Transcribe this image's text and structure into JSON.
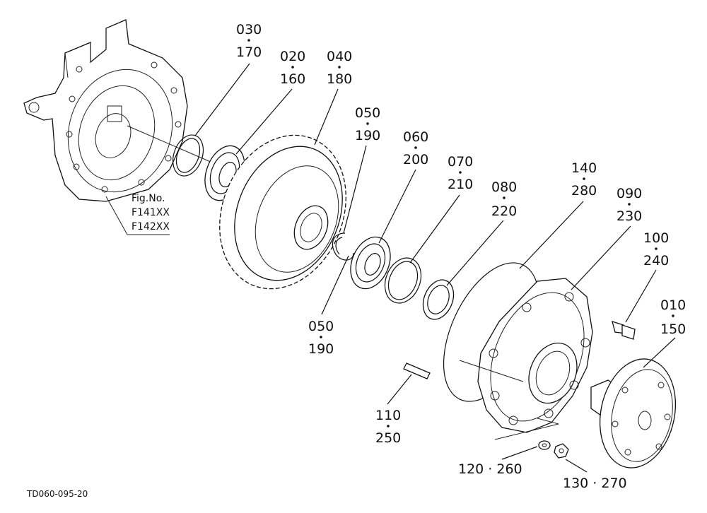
{
  "fig_box": {
    "line1": "Fig.No.",
    "line2": "F141XX",
    "line3": "F142XX"
  },
  "drawing_code": "TD060-095-20",
  "callouts": {
    "c030": {
      "a": "030",
      "b": "170"
    },
    "c020": {
      "a": "020",
      "b": "160"
    },
    "c040": {
      "a": "040",
      "b": "180"
    },
    "c050a": {
      "a": "050",
      "b": "190"
    },
    "c060": {
      "a": "060",
      "b": "200"
    },
    "c070": {
      "a": "070",
      "b": "210"
    },
    "c080": {
      "a": "080",
      "b": "220"
    },
    "c140": {
      "a": "140",
      "b": "280"
    },
    "c090": {
      "a": "090",
      "b": "230"
    },
    "c100": {
      "a": "100",
      "b": "240"
    },
    "c010": {
      "a": "010",
      "b": "150"
    },
    "c050b": {
      "a": "050",
      "b": "190"
    },
    "c110": {
      "a": "110",
      "b": "250"
    },
    "c120": {
      "text": "120 · 260"
    },
    "c130": {
      "text": "130 · 270"
    }
  }
}
